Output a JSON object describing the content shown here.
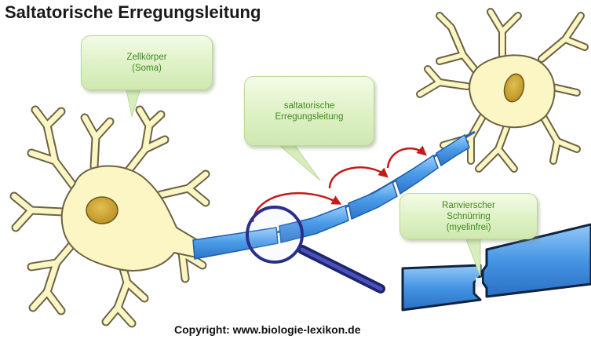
{
  "title": "Saltatorische Erregungsleitung",
  "copyright": "Copyright: www.biologie-lexikon.de",
  "callouts": {
    "soma": {
      "line1": "Zellkörper",
      "line2": "(Soma)"
    },
    "saltatory": {
      "line1": "saltatorische",
      "line2": "Erregungsleitung"
    },
    "ranvier": {
      "line1": "Ranvierscher",
      "line2": "Schnürring",
      "line3": "(myelinfrei)"
    }
  },
  "colors": {
    "cell_body": "#fcf6c4",
    "cell_outline": "#6b6344",
    "nucleus": "#d2aa32",
    "myelin": "#4d9de8",
    "myelin_dark": "#1f5fb0",
    "jump_arrow": "#c41a1a",
    "callout_text": "#3f8a1e",
    "magnifier": "#2a2f8a"
  },
  "icons": {
    "magnifier": "magnifying-glass-icon"
  }
}
